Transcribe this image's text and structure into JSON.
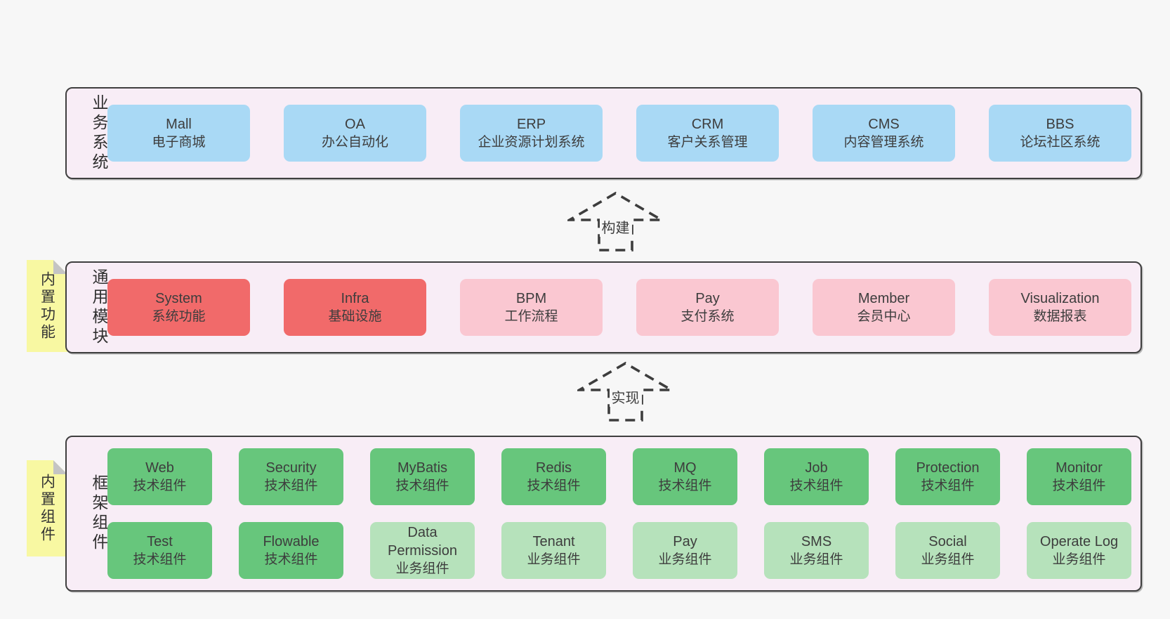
{
  "colors": {
    "page_bg": "#f7f7f7",
    "panel_bg": "#f8edf6",
    "panel_border": "#3f3f3f",
    "box_blue": "#a9d9f5",
    "box_red": "#f16a6a",
    "box_pink": "#fac7d1",
    "box_green": "#67c67c",
    "box_green_light": "#b6e2bb",
    "sticky_yellow": "#f8f8a2",
    "fold_gray": "#c4c4c4",
    "text": "#3d3d3d"
  },
  "arrows": [
    {
      "label": "构建"
    },
    {
      "label": "实现"
    }
  ],
  "sections": {
    "business": {
      "side_label": "业务系统",
      "boxes": [
        {
          "name": "Mall",
          "desc": "电子商城",
          "variant": "blue"
        },
        {
          "name": "OA",
          "desc": "办公自动化",
          "variant": "blue"
        },
        {
          "name": "ERP",
          "desc": "企业资源计划系统",
          "variant": "blue"
        },
        {
          "name": "CRM",
          "desc": "客户关系管理",
          "variant": "blue"
        },
        {
          "name": "CMS",
          "desc": "内容管理系统",
          "variant": "blue"
        },
        {
          "name": "BBS",
          "desc": "论坛社区系统",
          "variant": "blue"
        }
      ]
    },
    "modules": {
      "sticky_label": "内置功能",
      "side_label": "通用模块",
      "boxes": [
        {
          "name": "System",
          "desc": "系统功能",
          "variant": "red"
        },
        {
          "name": "Infra",
          "desc": "基础设施",
          "variant": "red"
        },
        {
          "name": "BPM",
          "desc": "工作流程",
          "variant": "pink"
        },
        {
          "name": "Pay",
          "desc": "支付系统",
          "variant": "pink"
        },
        {
          "name": "Member",
          "desc": "会员中心",
          "variant": "pink"
        },
        {
          "name": "Visualization",
          "desc": "数据报表",
          "variant": "pink"
        }
      ]
    },
    "components": {
      "sticky_label": "内置组件",
      "side_label": "框架组件",
      "rows": [
        [
          {
            "name": "Web",
            "desc": "技术组件",
            "variant": "green"
          },
          {
            "name": "Security",
            "desc": "技术组件",
            "variant": "green"
          },
          {
            "name": "MyBatis",
            "desc": "技术组件",
            "variant": "green"
          },
          {
            "name": "Redis",
            "desc": "技术组件",
            "variant": "green"
          },
          {
            "name": "MQ",
            "desc": "技术组件",
            "variant": "green"
          },
          {
            "name": "Job",
            "desc": "技术组件",
            "variant": "green"
          },
          {
            "name": "Protection",
            "desc": "技术组件",
            "variant": "green"
          },
          {
            "name": "Monitor",
            "desc": "技术组件",
            "variant": "green"
          }
        ],
        [
          {
            "name": "Test",
            "desc": "技术组件",
            "variant": "green"
          },
          {
            "name": "Flowable",
            "desc": "技术组件",
            "variant": "green"
          },
          {
            "name": "Data Permission",
            "desc": "业务组件",
            "variant": "green-light"
          },
          {
            "name": "Tenant",
            "desc": "业务组件",
            "variant": "green-light"
          },
          {
            "name": "Pay",
            "desc": "业务组件",
            "variant": "green-light"
          },
          {
            "name": "SMS",
            "desc": "业务组件",
            "variant": "green-light"
          },
          {
            "name": "Social",
            "desc": "业务组件",
            "variant": "green-light"
          },
          {
            "name": "Operate Log",
            "desc": "业务组件",
            "variant": "green-light"
          }
        ]
      ]
    }
  }
}
